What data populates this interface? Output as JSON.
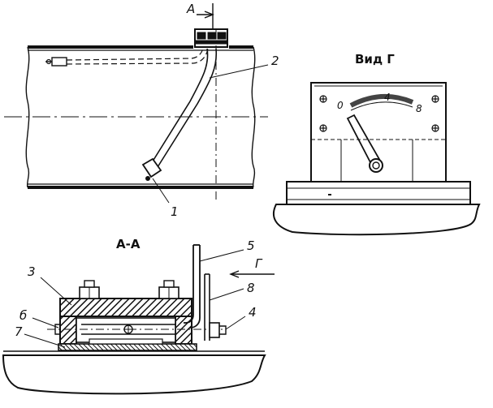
{
  "diagram": {
    "section_marker": "А",
    "section_title": "А-А",
    "view_title": "Вид Г",
    "view_arrow_label": "Г",
    "callouts": {
      "c1": "1",
      "c2": "2",
      "c3": "3",
      "c4": "4",
      "c5": "5",
      "c6": "б",
      "c7": "7",
      "c8": "8"
    },
    "gauge_scale": {
      "s0": "0",
      "s4": "4",
      "s8": "8"
    }
  },
  "colors": {
    "ink": "#111111",
    "background": "#ffffff"
  }
}
